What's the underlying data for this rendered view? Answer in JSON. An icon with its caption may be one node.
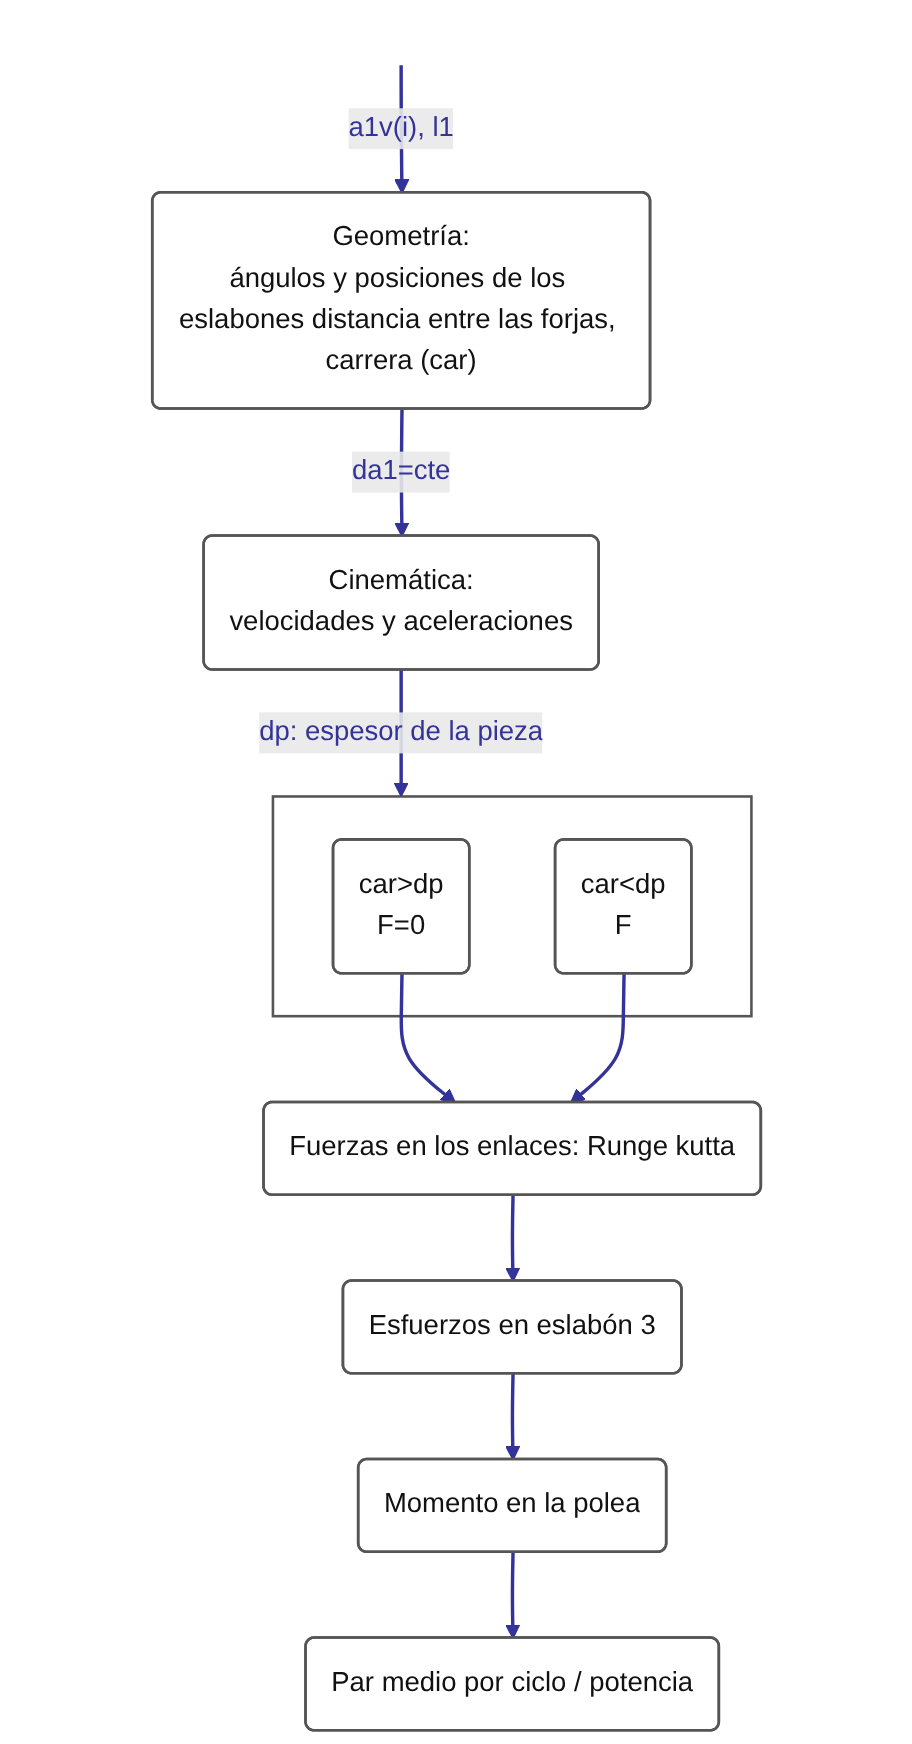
{
  "diagram": {
    "nodes": [
      {
        "text": [
          "Geometría:",
          "ángulos y posiciones de los eslabones distancia entre las forjas, carrera (car)"
        ]
      },
      {
        "text": [
          "Cinemática:",
          "velocidades y aceleraciones"
        ]
      },
      {
        "text": [],
        "shape": "box"
      },
      {
        "text": [
          "car>dp",
          "F=0"
        ],
        "in": 2
      },
      {
        "text": [
          "car<dp",
          "F"
        ],
        "in": 2
      },
      {
        "text": [
          "Fuerzas en los enlaces: Runge kutta"
        ]
      },
      {
        "text": [
          "Esfuerzos en eslabón 3"
        ]
      },
      {
        "text": [
          "Momento en la polea"
        ]
      },
      {
        "text": [
          "Par medio por ciclo / potencia"
        ]
      }
    ],
    "edges": [
      {
        "from": null,
        "to": 0,
        "arrow": "to",
        "label": "a1v(i), l1"
      },
      {
        "from": 0,
        "to": 1,
        "arrow": "to",
        "label": "da1=cte"
      },
      {
        "from": 1,
        "to": 2,
        "arrow": "to",
        "label": "dp: espesor de la pieza"
      },
      {
        "from": 3,
        "to": 5,
        "arrow": "to"
      },
      {
        "from": 4,
        "to": 5,
        "arrow": "to"
      },
      {
        "from": 5,
        "to": 6,
        "arrow": "to"
      },
      {
        "from": 6,
        "to": 7,
        "arrow": "to"
      },
      {
        "from": 7,
        "to": 8,
        "arrow": "to"
      }
    ]
  }
}
